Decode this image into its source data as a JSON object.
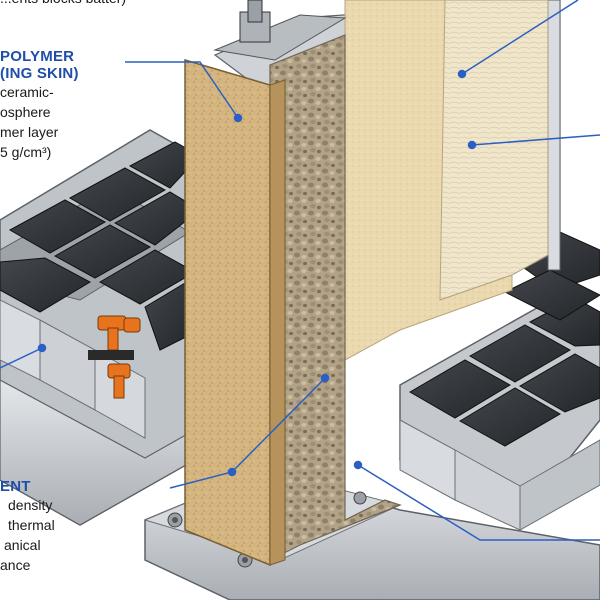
{
  "top_partial_text": "...ents blocks batter)",
  "polymer_label": {
    "title_line1": "POLYMER",
    "title_line2": "(ING SKIN)",
    "desc": [
      "ceramic-",
      "osphere",
      "mer layer",
      "5 g/cm³)"
    ]
  },
  "bottom_label": {
    "title": "ENT",
    "desc": [
      "density",
      "thermal",
      "anical",
      "ance"
    ]
  },
  "colors": {
    "leader": "#2b5fc4",
    "header_text": "#1f4ea8",
    "cell_dark": "#2e3136",
    "tray_metal": "#c9cdd2",
    "skin_tan": "#d2b27c",
    "gravel": "#b6a68c",
    "foam": "#e6d3a6",
    "connector_orange": "#e8731e"
  },
  "icons": [
    "bolt-icon",
    "washer-icon"
  ]
}
